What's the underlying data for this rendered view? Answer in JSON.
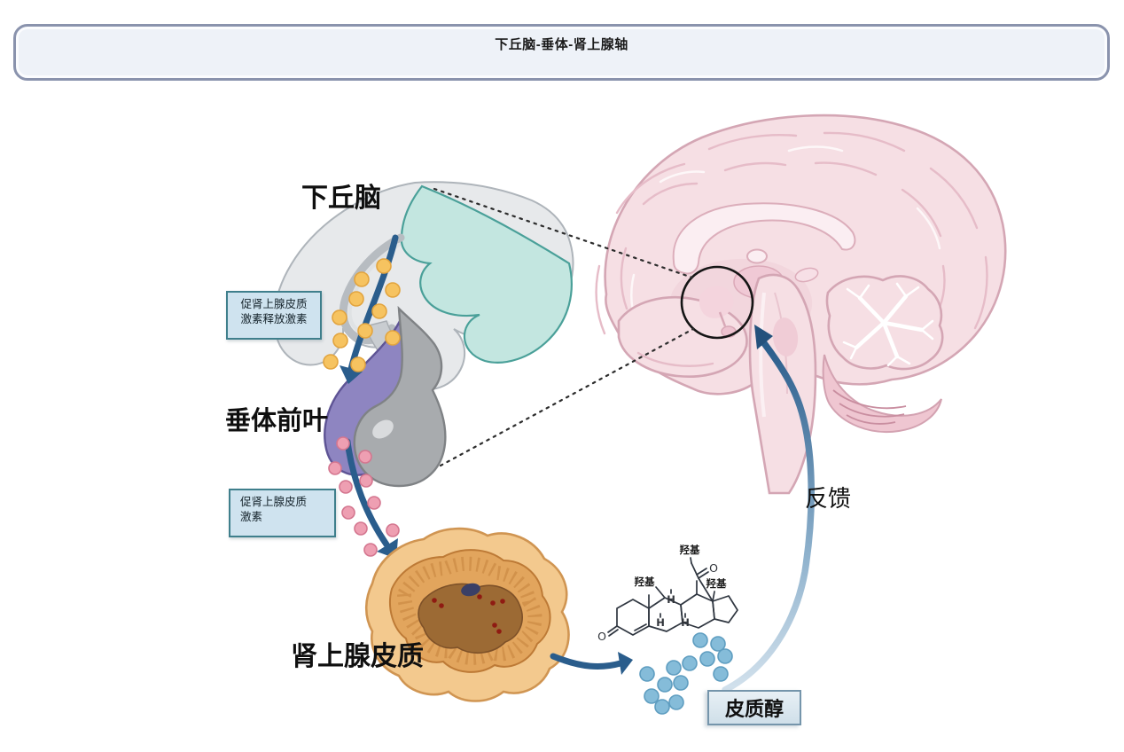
{
  "banner": {
    "title": "下丘脑-垂体-肾上腺轴"
  },
  "nodes": {
    "hypothalamus": "下丘脑",
    "anterior_pituitary": "垂体前叶",
    "adrenal_cortex": "肾上腺皮质",
    "cortisol": "皮质醇",
    "feedback": "反馈"
  },
  "hormone_boxes": {
    "crh": {
      "line1": "促肾上腺皮质",
      "line2": "激素释放激素"
    },
    "acth": {
      "line1": "促肾上腺皮质",
      "line2": "激素"
    }
  },
  "molecule": {
    "hydroxyl_top": "羟基",
    "hydroxyl_left": "羟基",
    "hydroxyl_right": "羟基",
    "ketone_oxygen": "O",
    "sidechain_oxygen": "O",
    "hydrogen_1": "H",
    "hydrogen_2": "H",
    "hydrogen_3": "H"
  },
  "colors": {
    "text_dark": "#121212",
    "banner_fill": "#eef2f8",
    "banner_border": "#8a93ad",
    "box_bg": "#cfe3ef",
    "box_border": "#3f7f8c",
    "cortisol_box_bg": "#e8f0f5",
    "cortisol_box_border": "#7595ab",
    "arrow_blue": "#2a5d8c",
    "teal_fill": "#c3e6e0",
    "teal_edge": "#4aa099",
    "funnel_gray": "#e7e9eb",
    "funnel_edge": "#aeb4ba",
    "pituitary_purple": "#8e85c1",
    "pituitary_purple_edge": "#5e5495",
    "pituitary_gray": "#a8abae",
    "pituitary_gray_edge": "#7f8285",
    "crh_dot": "#f6c360",
    "crh_dot_edge": "#e2a43e",
    "acth_dot": "#ee9fb2",
    "acth_dot_edge": "#d4768f",
    "cortisol_dot": "#85bcd9",
    "cortisol_dot_edge": "#5e9dc0",
    "adrenal_capsule": "#f3c98e",
    "adrenal_capsule_edge": "#d09552",
    "adrenal_cortex_fill": "#e2a55d",
    "adrenal_cortex_edge": "#bd7a36",
    "adrenal_medulla": "#9c6a34",
    "brain_fill": "#f6dfe4",
    "brain_edge": "#d4a6b4",
    "brain_gyri": "#e6bcc8",
    "brain_inner": "#fbeef2",
    "molecule_stroke": "#2f3640"
  }
}
